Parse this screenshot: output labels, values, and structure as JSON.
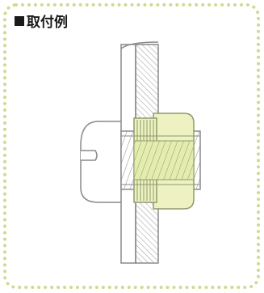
{
  "heading": {
    "text": "取付例"
  },
  "colors": {
    "frame_border": "#c9dd8f",
    "insert_fill": "#eef2c2",
    "insert_stroke": "#8f9a6a",
    "line": "#8a8a8a",
    "hatch": "#9a9a9a"
  },
  "parts": [
    "screw-head",
    "panel",
    "threaded-insert",
    "screw-shank"
  ]
}
